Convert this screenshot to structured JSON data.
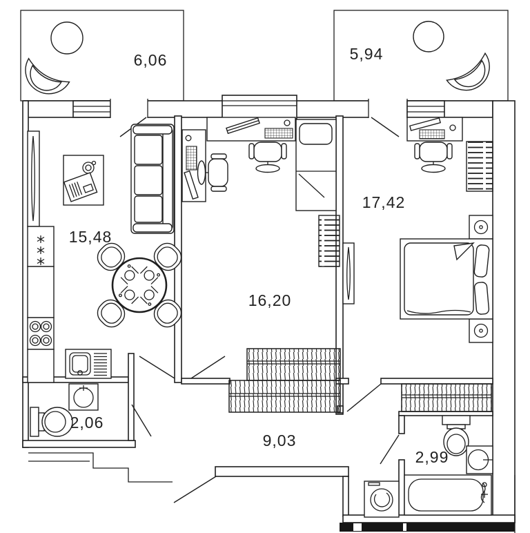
{
  "plan": {
    "type": "apartment-floor-plan",
    "units": "square-meters",
    "rooms": [
      {
        "id": "balcony-left",
        "area_label": "6,06"
      },
      {
        "id": "balcony-right",
        "area_label": "5,94"
      },
      {
        "id": "kitchen-living",
        "area_label": "15,48"
      },
      {
        "id": "middle-room",
        "area_label": "16,20"
      },
      {
        "id": "bedroom",
        "area_label": "17,42"
      },
      {
        "id": "wc",
        "area_label": "2,06"
      },
      {
        "id": "hallway",
        "area_label": "9,03"
      },
      {
        "id": "bathroom",
        "area_label": "2,99"
      }
    ],
    "icons": [
      "armchair-icon",
      "round-table-icon",
      "sofa-icon",
      "coffee-table-icon",
      "dining-table-icon",
      "fridge-icon",
      "stove-icon",
      "kitchen-sink-icon",
      "tall-cabinet-icon",
      "desk-icon",
      "office-chair-icon",
      "single-bed-icon",
      "double-bed-icon",
      "nightstand-icon",
      "wardrobe-icon",
      "dresser-icon",
      "toilet-icon",
      "washbasin-icon",
      "bathtub-icon",
      "washing-machine-icon",
      "window",
      "door-leaf"
    ],
    "colors": {
      "line": "#1f1f1f",
      "background": "#ffffff",
      "text": "#222222"
    }
  }
}
